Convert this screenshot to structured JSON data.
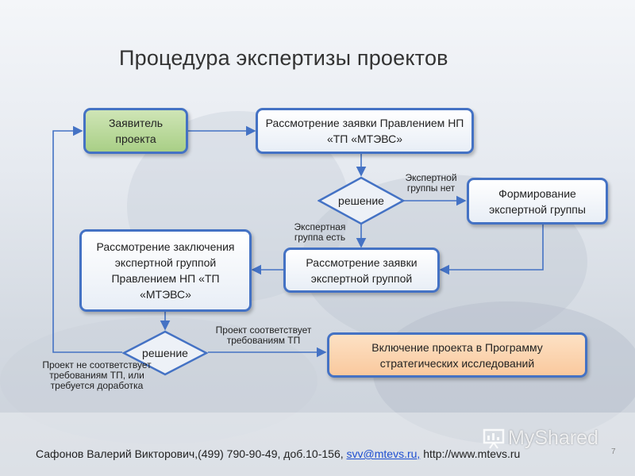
{
  "title": "Процедура экспертизы проектов",
  "nodes": {
    "applicant": "Заявитель проекта",
    "review_board": "Рассмотрение заявки Правлением НП «ТП «МТЭВС»",
    "decision1": "решение",
    "form_group": "Формирование экспертной группы",
    "review_group": "Рассмотрение заявки экспертной группой",
    "review_conclusion": "Рассмотрение заключения экспертной группой Правлением НП «ТП «МТЭВС»",
    "decision2": "решение",
    "include_program": "Включение проекта в Программу стратегических исследований"
  },
  "edge_labels": {
    "no_group": "Экспертной группы нет",
    "group_exists": "Экспертная группа есть",
    "meets": "Проект соответствует требованиям ТП",
    "not_meets": "Проект не соответствует требованиям ТП, или требуется доработка"
  },
  "footer": {
    "contact": "Сафонов Валерий Викторович,(499) 790-90-49, доб.10-156,",
    "email": "svv@mtevs.ru,",
    "url": "http://www.mtevs.ru"
  },
  "watermark": "MyShared",
  "slide_number": "7",
  "colors": {
    "box_border": "#4472c4",
    "applicant_fill": "#a9cf86",
    "include_fill": "#f9c99e",
    "link": "#1f4fd1"
  }
}
